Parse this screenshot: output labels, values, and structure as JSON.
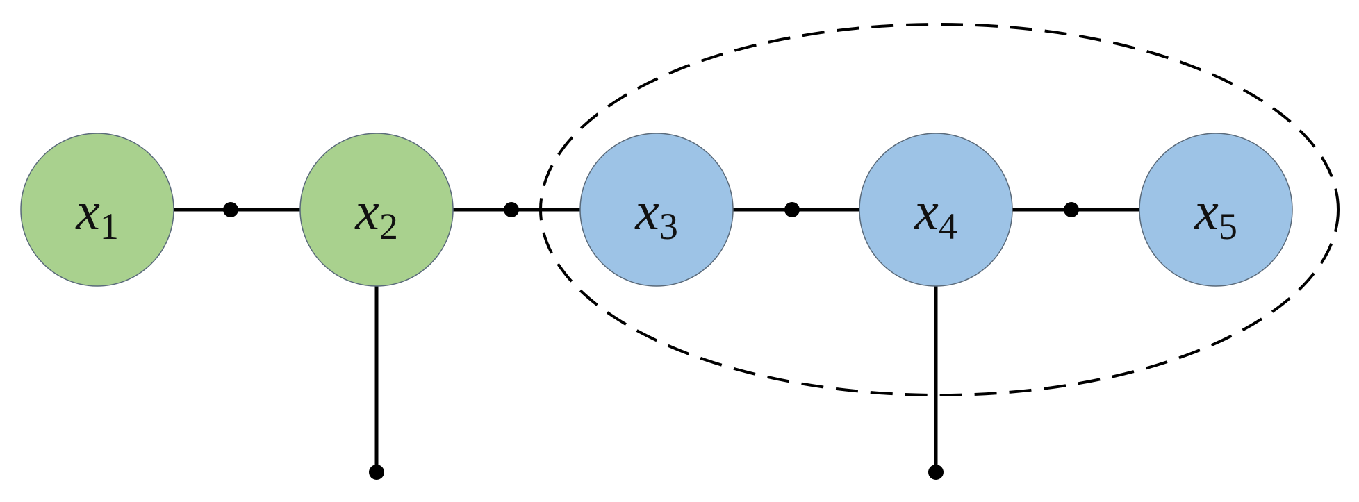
{
  "nodes": [
    {
      "id": "x1",
      "var": "x",
      "sub": "1",
      "group": "green"
    },
    {
      "id": "x2",
      "var": "x",
      "sub": "2",
      "group": "green"
    },
    {
      "id": "x3",
      "var": "x",
      "sub": "3",
      "group": "blue"
    },
    {
      "id": "x4",
      "var": "x",
      "sub": "4",
      "group": "blue"
    },
    {
      "id": "x5",
      "var": "x",
      "sub": "5",
      "group": "blue"
    }
  ],
  "colors": {
    "green": "#a9d18e",
    "blue": "#9dc3e6",
    "edge": "#000000"
  }
}
